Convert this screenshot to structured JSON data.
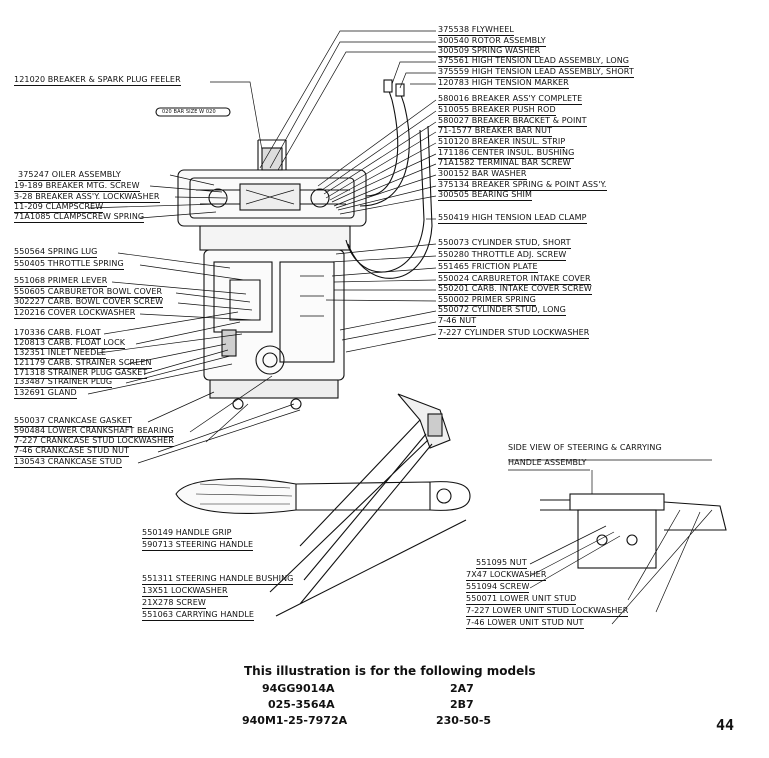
{
  "labels_top_right": [
    {
      "part": "375538",
      "name": "FLYWHEEL"
    },
    {
      "part": "300540",
      "name": "ROTOR ASSEMBLY"
    },
    {
      "part": "300509",
      "name": "SPRING WASHER"
    },
    {
      "part": "375561",
      "name": "HIGH TENSION LEAD ASSEMBLY, LONG"
    },
    {
      "part": "375559",
      "name": "HIGH TENSION LEAD ASSEMBLY, SHORT"
    },
    {
      "part": "120783",
      "name": "HIGH TENSION MARKER"
    },
    {
      "part": "580016",
      "name": "BREAKER ASS'Y COMPLETE"
    },
    {
      "part": "510055",
      "name": "BREAKER PUSH ROD"
    },
    {
      "part": "580027",
      "name": "BREAKER BRACKET & POINT"
    },
    {
      "part": "71-1577",
      "name": "BREAKER BAR NUT"
    },
    {
      "part": "510120",
      "name": "BREAKER INSUL. STRIP"
    },
    {
      "part": "171186",
      "name": "CENTER INSUL. BUSHING"
    },
    {
      "part": "71A1582",
      "name": "TERMINAL BAR SCREW"
    },
    {
      "part": "300152",
      "name": "BAR WASHER"
    },
    {
      "part": "375134",
      "name": "BREAKER SPRING & POINT ASS'Y."
    },
    {
      "part": "300505",
      "name": "BEARING SHIM"
    },
    {
      "part": "550419",
      "name": "HIGH TENSION LEAD CLAMP"
    }
  ],
  "labels_mid_right": [
    {
      "part": "550073",
      "name": "CYLINDER STUD, SHORT"
    },
    {
      "part": "550280",
      "name": "THROTTLE ADJ. SCREW"
    },
    {
      "part": "551465",
      "name": "FRICTION PLATE"
    },
    {
      "part": "550024",
      "name": "CARBURETOR INTAKE COVER"
    },
    {
      "part": "550201",
      "name": "CARB. INTAKE COVER SCREW"
    },
    {
      "part": "550002",
      "name": "PRIMER SPRING"
    },
    {
      "part": "550072",
      "name": "CYLINDER STUD, LONG"
    },
    {
      "part": "7-46",
      "name": "NUT"
    },
    {
      "part": "7-227",
      "name": "CYLINDER STUD LOCKWASHER"
    }
  ],
  "labels_left": [
    {
      "part": "121020",
      "name": "BREAKER & SPARK PLUG FEELER"
    },
    {
      "part": "375247",
      "name": "OILER ASSEMBLY"
    },
    {
      "part": "19-189",
      "name": "BREAKER MTG. SCREW"
    },
    {
      "part": "3-28",
      "name": "BREAKER ASS'Y. LOCKWASHER"
    },
    {
      "part": "11-209",
      "name": "CLAMPSCREW"
    },
    {
      "part": "71A1085",
      "name": "CLAMPSCREW SPRING"
    },
    {
      "part": "550564",
      "name": "SPRING LUG"
    },
    {
      "part": "550405",
      "name": "THROTTLE SPRING"
    },
    {
      "part": "551068",
      "name": "PRIMER LEVER"
    },
    {
      "part": "550605",
      "name": "CARBURETOR BOWL COVER"
    },
    {
      "part": "302227",
      "name": "CARB. BOWL COVER SCREW"
    },
    {
      "part": "120216",
      "name": "COVER LOCKWASHER"
    },
    {
      "part": "170336",
      "name": "CARB. FLOAT"
    },
    {
      "part": "120813",
      "name": "CARB. FLOAT LOCK"
    },
    {
      "part": "132351",
      "name": "INLET NEEDLE"
    },
    {
      "part": "121179",
      "name": "CARB. STRAINER SCREEN"
    },
    {
      "part": "171318",
      "name": "STRAINER PLUG GASKET"
    },
    {
      "part": "133487",
      "name": "STRAINER PLUG"
    },
    {
      "part": "132691",
      "name": "GLAND"
    },
    {
      "part": "550037",
      "name": "CRANKCASE GASKET"
    },
    {
      "part": "590484",
      "name": "LOWER CRANKSHAFT BEARING"
    },
    {
      "part": "7-227",
      "name": "CRANKCASE STUD LOCKWASHER"
    },
    {
      "part": "7-46",
      "name": "CRANKCASE STUD NUT"
    },
    {
      "part": "130543",
      "name": "CRANKCASE STUD"
    }
  ],
  "labels_handle": [
    {
      "part": "550149",
      "name": "HANDLE GRIP"
    },
    {
      "part": "590713",
      "name": "STEERING HANDLE"
    },
    {
      "part": "551311",
      "name": "STEERING HANDLE BUSHING"
    },
    {
      "part": "13X51",
      "name": "LOCKWASHER"
    },
    {
      "part": "21X278",
      "name": "SCREW"
    },
    {
      "part": "551063",
      "name": "CARRYING HANDLE"
    }
  ],
  "labels_lower_unit": [
    {
      "part": "551095",
      "name": "NUT"
    },
    {
      "part": "7X47",
      "name": "LOCKWASHER"
    },
    {
      "part": "551094",
      "name": "SCREW"
    },
    {
      "part": "550071",
      "name": "LOWER UNIT STUD"
    },
    {
      "part": "7-227",
      "name": "LOWER UNIT STUD LOCKWASHER"
    },
    {
      "part": "7-46",
      "name": "LOWER UNIT STUD NUT"
    }
  ],
  "side_view_title_line1": "SIDE VIEW OF STEERING & CARRYING",
  "side_view_title_line2": "HANDLE ASSEMBLY",
  "feeler_tag": "020 BAR  SIZE  W  020",
  "caption": {
    "heading": "This illustration is for the following models",
    "models_left": [
      "94GG9014A",
      "025-3564A",
      "940M1-25-7972A"
    ],
    "models_right": [
      "2A7",
      "2B7",
      "230-50-5"
    ]
  },
  "page_number": "44",
  "colors": {
    "ink": "#111111",
    "paper": "#ffffff"
  }
}
